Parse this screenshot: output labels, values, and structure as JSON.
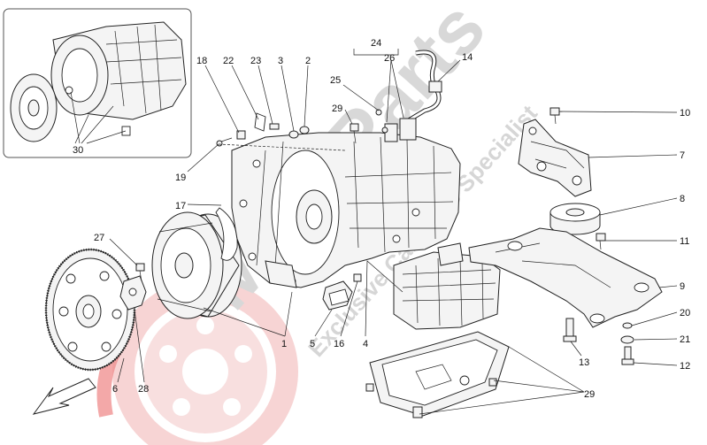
{
  "watermark": {
    "brand": "MaseParts",
    "tagline": "Exclusive Car Parts Specialist"
  },
  "inset": {
    "callout": "30"
  },
  "callouts": {
    "c1": "1",
    "c2": "2",
    "c3": "3",
    "c4": "4",
    "c5": "5",
    "c6": "6",
    "c7": "7",
    "c8": "8",
    "c9": "9",
    "c10": "10",
    "c11": "11",
    "c12": "12",
    "c13": "13",
    "c14": "14",
    "c16": "16",
    "c17": "17",
    "c18": "18",
    "c19": "19",
    "c20": "20",
    "c21": "21",
    "c22": "22",
    "c23": "23",
    "c24": "24",
    "c25": "25",
    "c26": "26",
    "c27": "27",
    "c28": "28",
    "c29a": "29",
    "c29b": "29"
  },
  "colors": {
    "line": "#222222",
    "watermark_gray": "#d8d8d8",
    "watermark_red": "#e23a3a",
    "inset_border": "#555555"
  }
}
